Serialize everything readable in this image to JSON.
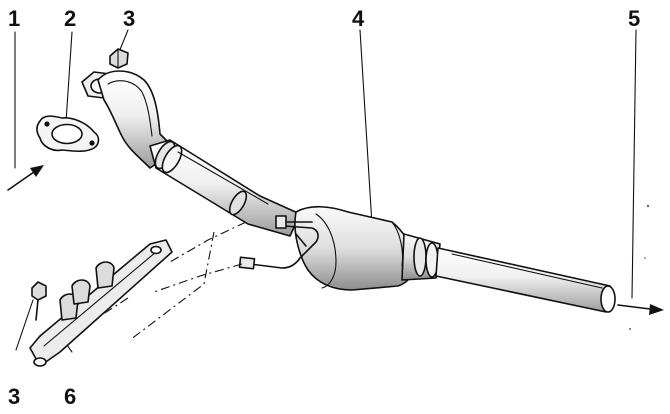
{
  "figure": {
    "callouts": [
      {
        "id": "1",
        "label": "1"
      },
      {
        "id": "2",
        "label": "2"
      },
      {
        "id": "3a",
        "label": "3"
      },
      {
        "id": "4",
        "label": "4"
      },
      {
        "id": "5",
        "label": "5"
      },
      {
        "id": "3b",
        "label": "3"
      },
      {
        "id": "6",
        "label": "6"
      }
    ],
    "colors": {
      "ink": "#111111",
      "paper": "#ffffff",
      "metal_light": "#f2f2f2",
      "metal_mid": "#d9d9d9",
      "metal_dark": "#9a9a9a"
    }
  }
}
